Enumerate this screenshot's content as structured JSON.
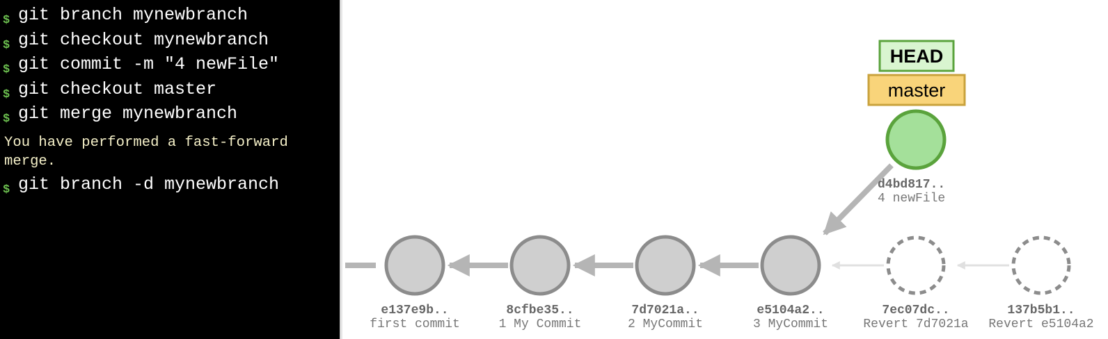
{
  "console": {
    "commands_before_output": [
      "git branch mynewbranch",
      "git checkout mynewbranch",
      "git commit -m \"4 newFile\"",
      "git checkout master",
      "git merge mynewbranch"
    ],
    "output": "You have performed a fast-forward merge.",
    "commands_after_output": [
      "git branch -d mynewbranch"
    ]
  },
  "graph": {
    "head_label": "HEAD",
    "branch_label": "master",
    "colors": {
      "head_fill": "#d9f5d0",
      "head_stroke": "#5aa33c",
      "branch_fill": "#f9d47a",
      "branch_stroke": "#c9a23c",
      "active_commit_fill": "#a4e09a",
      "active_commit_stroke": "#5aa33c",
      "commit_fill": "#cfcfcf",
      "commit_stroke": "#8c8c8c",
      "edge": "#b5b5b5",
      "ghost_edge": "#e0e0e0"
    },
    "commits": [
      {
        "sha": "e137e9b..",
        "message": "first commit",
        "style": "normal"
      },
      {
        "sha": "8cfbe35..",
        "message": "1 My Commit",
        "style": "normal"
      },
      {
        "sha": "7d7021a..",
        "message": "2 MyCommit",
        "style": "normal"
      },
      {
        "sha": "e5104a2..",
        "message": "3 MyCommit",
        "style": "normal"
      },
      {
        "sha": "7ec07dc..",
        "message": "Revert 7d7021a",
        "style": "ghost"
      },
      {
        "sha": "137b5b1..",
        "message": "Revert e5104a2",
        "style": "ghost"
      },
      {
        "sha": "d4bd817..",
        "message": "4 newFile",
        "style": "active"
      }
    ]
  }
}
